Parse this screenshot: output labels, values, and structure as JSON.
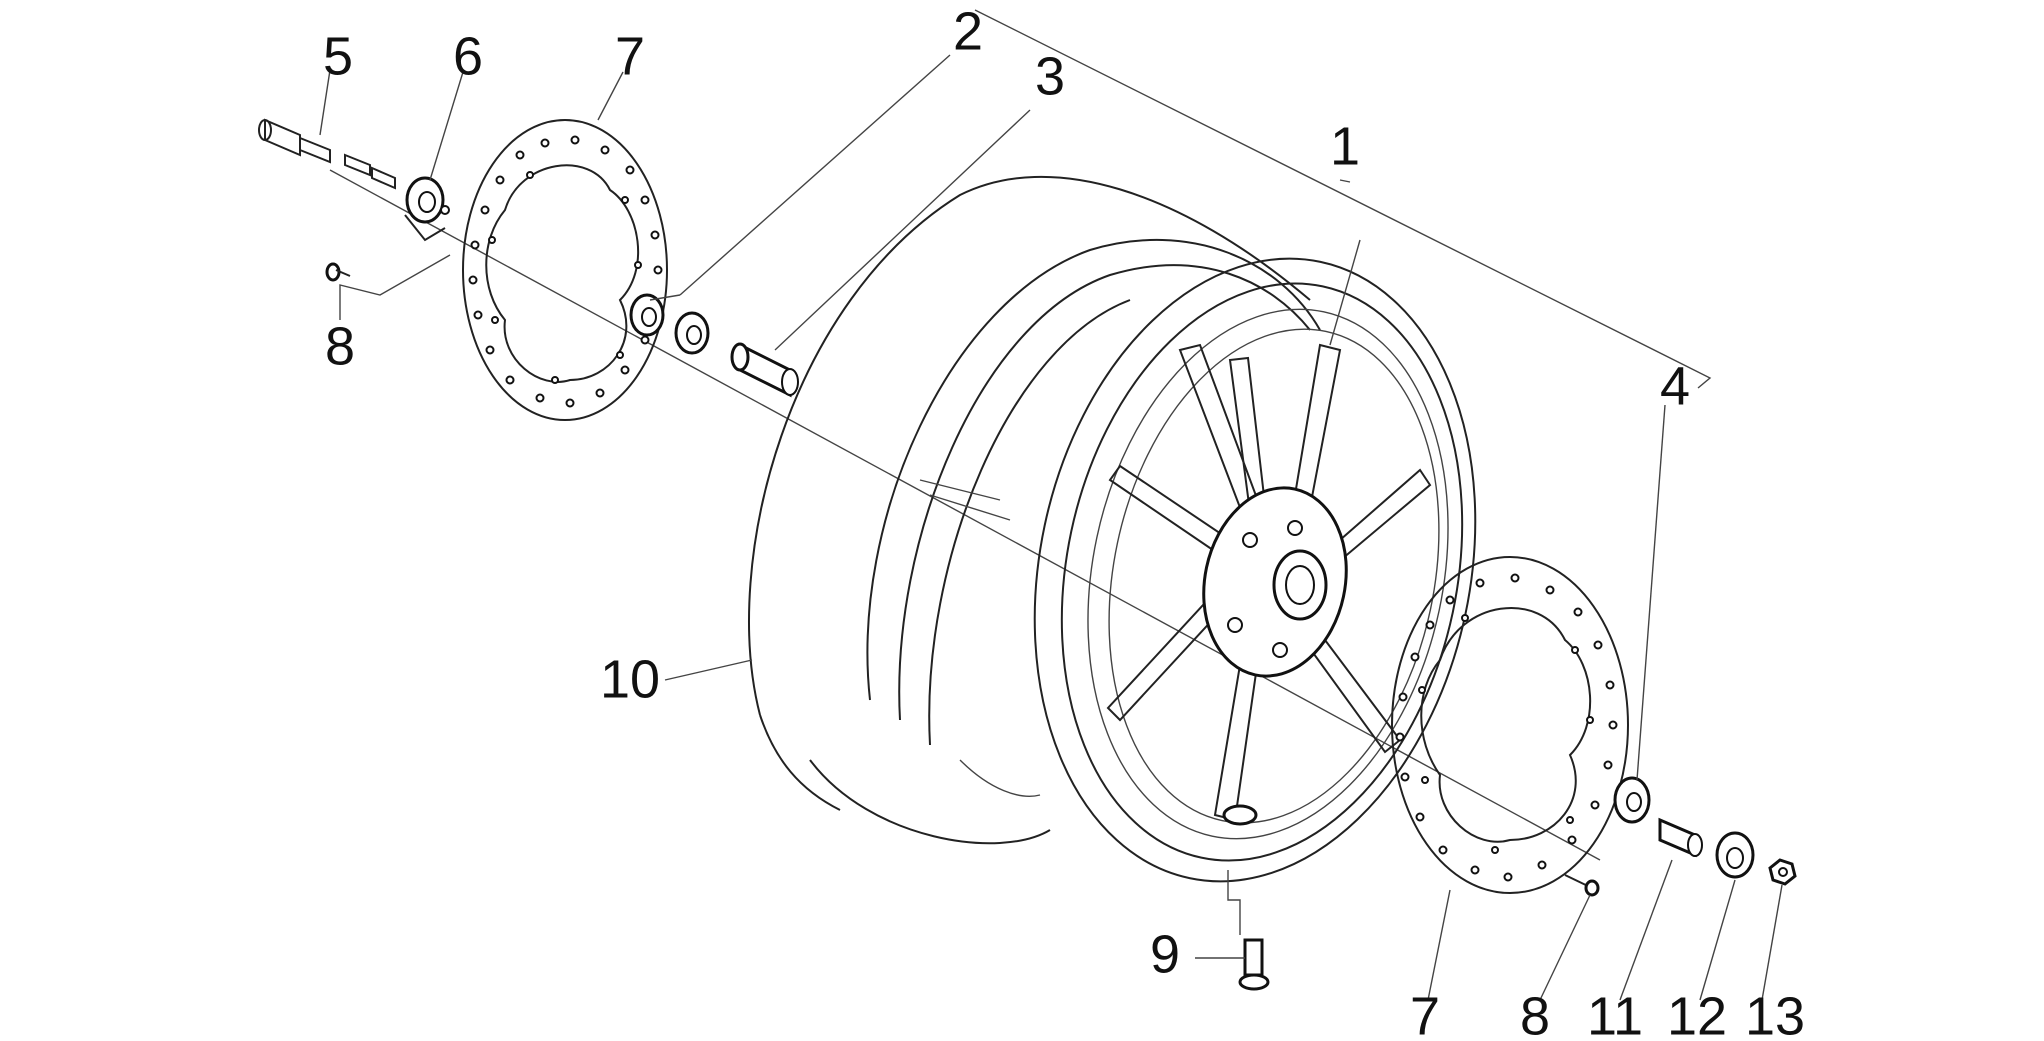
{
  "diagram": {
    "colors": {
      "line": "#111111",
      "background": "#ffffff"
    },
    "callouts": {
      "c1": "1",
      "c2": "2",
      "c3": "3",
      "c4": "4",
      "c5": "5",
      "c6": "6",
      "c7a": "7",
      "c7b": "7",
      "c8a": "8",
      "c8b": "8",
      "c9": "9",
      "c10": "10",
      "c11": "11",
      "c12": "12",
      "c13": "13"
    }
  }
}
